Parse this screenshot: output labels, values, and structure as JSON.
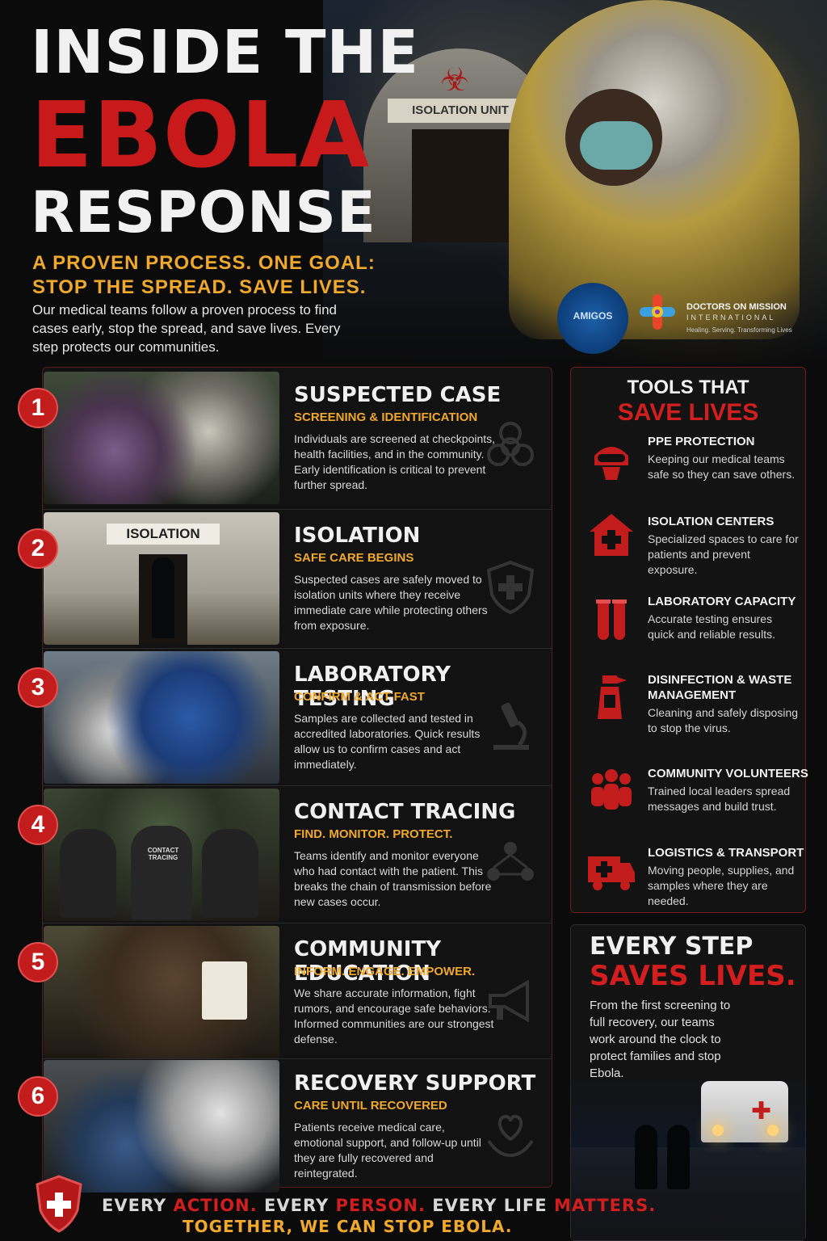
{
  "hero": {
    "title_line1": "INSIDE THE",
    "title_line2": "EBOLA",
    "title_line3": "RESPONSE",
    "tagline_line1": "A PROVEN PROCESS. ONE GOAL:",
    "tagline_line2": "STOP THE SPREAD. SAVE LIVES.",
    "intro": "Our medical teams follow a proven process to find cases early, stop the spread, and save lives. Every step protects our communities.",
    "tent_label": "ISOLATION UNIT"
  },
  "logos": {
    "amigos": "AMIGOS",
    "dom_name": "DOCTORS ON MISSION",
    "dom_sub": "INTERNATIONAL",
    "dom_tagline": "Healing. Serving. Transforming Lives"
  },
  "steps": [
    {
      "number": "1",
      "title": "SUSPECTED CASE",
      "subtitle": "SCREENING & IDENTIFICATION",
      "body": "Individuals are screened at checkpoints, health facilities, and in the community. Early identification is critical to prevent further spread.",
      "icon": "biohazard-icon"
    },
    {
      "number": "2",
      "title": "ISOLATION",
      "subtitle": "SAFE CARE BEGINS",
      "body": "Suspected cases are safely moved to isolation units where they receive immediate care while protecting others from exposure.",
      "icon": "shield-cross-icon",
      "photo_label": "ISOLATION"
    },
    {
      "number": "3",
      "title": "LABORATORY TESTING",
      "subtitle": "CONFIRM & ACT FAST",
      "body": "Samples are collected and tested in accredited laboratories. Quick results allow us to confirm cases and act immediately.",
      "icon": "microscope-icon"
    },
    {
      "number": "4",
      "title": "CONTACT TRACING",
      "subtitle": "FIND. MONITOR. PROTECT.",
      "body": "Teams identify and monitor everyone who had contact with the patient. This breaks the chain of transmission before new cases occur.",
      "icon": "people-network-icon",
      "photo_label": "CONTACT TRACING"
    },
    {
      "number": "5",
      "title": "COMMUNITY EDUCATION",
      "subtitle": "INFORM. ENGAGE. EMPOWER.",
      "body": "We share accurate information, fight rumors, and encourage safe behaviors. Informed communities are our strongest defense.",
      "icon": "megaphone-icon"
    },
    {
      "number": "6",
      "title": "RECOVERY SUPPORT",
      "subtitle": "CARE UNTIL RECOVERED",
      "body": "Patients receive medical care, emotional support, and follow-up until they are fully recovered and reintegrated.",
      "icon": "heart-hands-icon"
    }
  ],
  "tools": {
    "heading_line1": "TOOLS THAT",
    "heading_line2": "SAVE LIVES",
    "items": [
      {
        "title": "PPE PROTECTION",
        "body": "Keeping our medical teams safe so they can save others.",
        "icon": "ppe-icon"
      },
      {
        "title": "ISOLATION CENTERS",
        "body": "Specialized spaces to care for patients and prevent exposure.",
        "icon": "hospital-icon"
      },
      {
        "title": "LABORATORY CAPACITY",
        "body": "Accurate testing ensures quick and reliable results.",
        "icon": "test-tubes-icon"
      },
      {
        "title": "DISINFECTION & WASTE MANAGEMENT",
        "body": "Cleaning and safely disposing to stop the virus.",
        "icon": "spray-bottle-icon"
      },
      {
        "title": "COMMUNITY VOLUNTEERS",
        "body": "Trained local leaders spread messages and build trust.",
        "icon": "volunteers-icon"
      },
      {
        "title": "LOGISTICS & TRANSPORT",
        "body": "Moving people, supplies, and samples where they are needed.",
        "icon": "ambulance-icon"
      }
    ]
  },
  "every_step": {
    "heading_line1": "EVERY STEP",
    "heading_line2": "SAVES LIVES.",
    "body": "From the first screening to full recovery, our teams work around the clock to protect families and stop Ebola."
  },
  "footer": {
    "w1": "EVERY",
    "w2": "ACTION.",
    "w3": "EVERY",
    "w4": "PERSON.",
    "w5": "EVERY LIFE",
    "w6": "MATTERS.",
    "line2": "TOGETHER, WE CAN STOP EBOLA."
  },
  "colors": {
    "accent_red": "#d21e1e",
    "accent_orange": "#f0a92c",
    "background": "#0b0b0c"
  }
}
